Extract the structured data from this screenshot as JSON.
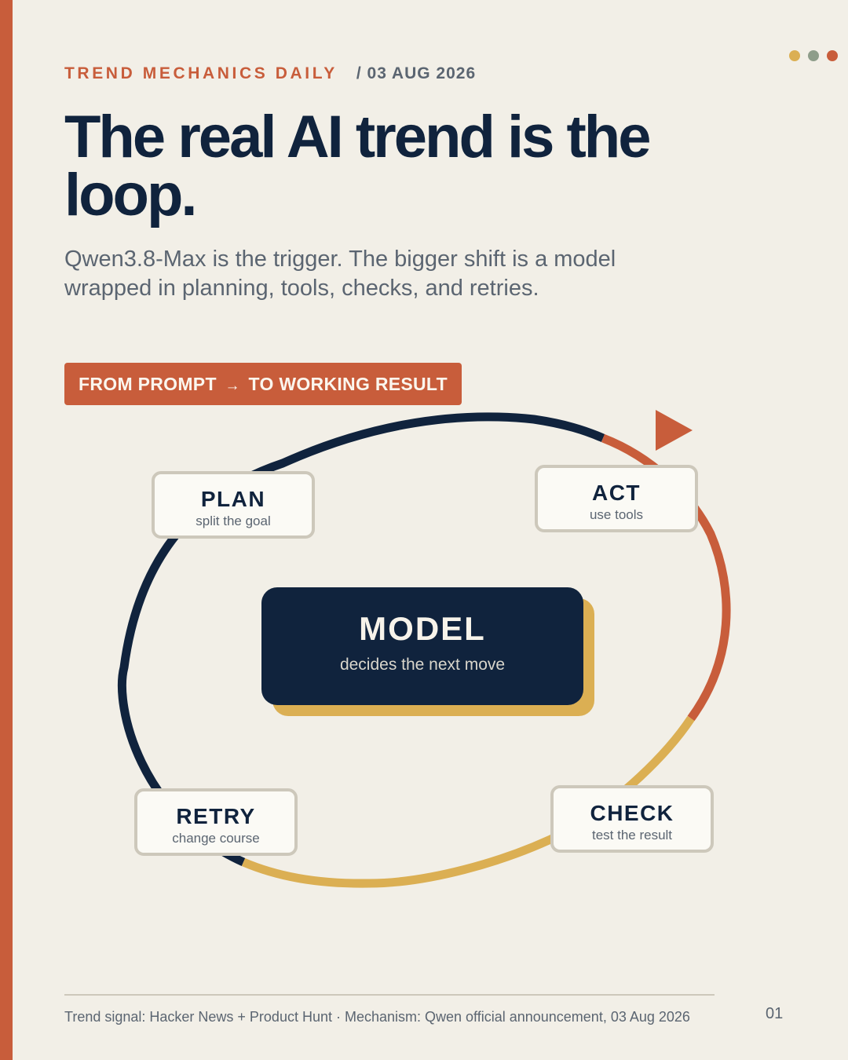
{
  "colors": {
    "accent": "#c85d3b",
    "navy": "#10233d",
    "gold": "#dbaf53",
    "sage": "#8e9d8a",
    "background": "#f2efe7",
    "muted_text": "#5b6571"
  },
  "header": {
    "brand": "TREND MECHANICS DAILY",
    "date": "/ 03 AUG 2026",
    "dots": [
      "#dbaf53",
      "#8e9d8a",
      "#c85d3b"
    ]
  },
  "title": "The real AI trend is the loop.",
  "subtitle": "Qwen3.8-Max is the trigger. The bigger shift is a model wrapped in planning, tools, checks, and retries.",
  "banner": {
    "from": "FROM PROMPT",
    "arrow": "→",
    "to": "TO WORKING RESULT"
  },
  "diagram": {
    "center": {
      "title": "MODEL",
      "subtitle": "decides the next move"
    },
    "nodes": {
      "plan": {
        "title": "PLAN",
        "subtitle": "split the goal"
      },
      "act": {
        "title": "ACT",
        "subtitle": "use tools"
      },
      "check": {
        "title": "CHECK",
        "subtitle": "test the result"
      },
      "retry": {
        "title": "RETRY",
        "subtitle": "change course"
      }
    },
    "arrow_icon": "play-arrow-icon"
  },
  "footer": {
    "source": "Trend signal: Hacker News + Product Hunt · Mechanism: Qwen official announcement, 03 Aug 2026",
    "page": "01"
  }
}
